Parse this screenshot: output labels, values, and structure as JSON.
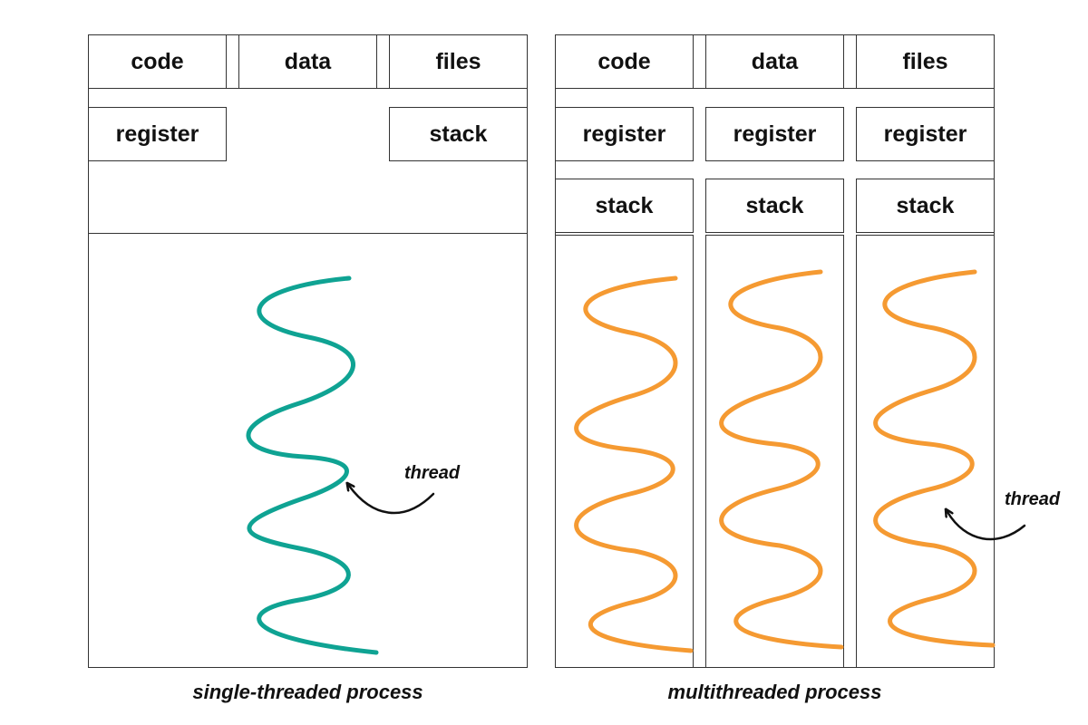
{
  "single": {
    "caption": "single-threaded process",
    "code": "code",
    "data": "data",
    "files": "files",
    "register": "register",
    "stack": "stack",
    "thread_label": "thread",
    "thread_color": "#0fa393"
  },
  "multi": {
    "caption": "multithreaded process",
    "code": "code",
    "data": "data",
    "files": "files",
    "threads": [
      {
        "register": "register",
        "stack": "stack"
      },
      {
        "register": "register",
        "stack": "stack"
      },
      {
        "register": "register",
        "stack": "stack"
      }
    ],
    "thread_label": "thread",
    "thread_color": "#f59a32"
  }
}
